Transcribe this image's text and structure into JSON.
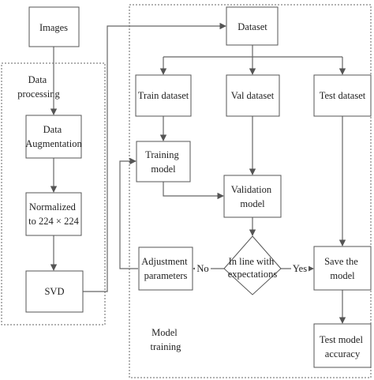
{
  "nodes": {
    "images": [
      "Images"
    ],
    "data_augmentation": [
      "Data",
      "Augmentation"
    ],
    "normalized": [
      "Normalized",
      "to 224 × 224"
    ],
    "svd": [
      "SVD"
    ],
    "dataset": [
      "Dataset"
    ],
    "train_dataset": [
      "Train dataset"
    ],
    "val_dataset": [
      "Val dataset"
    ],
    "test_dataset": [
      "Test dataset"
    ],
    "training_model": [
      "Training",
      "model"
    ],
    "validation_model": [
      "Validation",
      "model"
    ],
    "decision": [
      "In line with",
      "expectations"
    ],
    "adjustment_parameters": [
      "Adjustment",
      "parameters"
    ],
    "save_model": [
      "Save the",
      "model"
    ],
    "test_accuracy": [
      "Test model",
      "accuracy"
    ]
  },
  "regions": {
    "data_processing": [
      "Data",
      "processing"
    ],
    "model_training": [
      "Model",
      "training"
    ]
  },
  "edge_labels": {
    "no": "No",
    "yes": "Yes"
  }
}
